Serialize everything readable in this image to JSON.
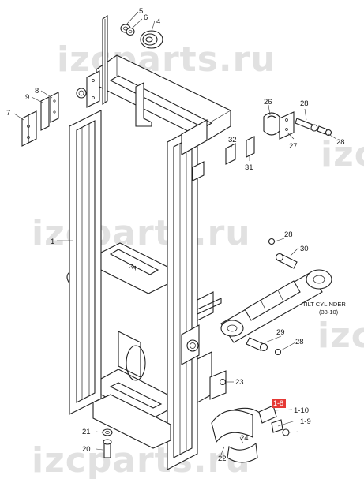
{
  "watermarks": [
    "izcparts.ru",
    "izcparts.ru",
    "izcparts.ru",
    "izc"
  ],
  "labels": {
    "p1": "1",
    "p4": "4",
    "p5": "5",
    "p6": "6",
    "p7": "7",
    "p8": "8",
    "p9": "9",
    "p20": "20",
    "p21": "21",
    "p22": "22",
    "p23": "23",
    "p24": "24",
    "p26": "26",
    "p27": "27",
    "p28a": "28",
    "p28b": "28",
    "p28c": "28",
    "p28d": "28",
    "p29": "29",
    "p30": "30",
    "p31": "31",
    "p32": "32",
    "p1_8": "1-8",
    "p1_9": "1-9",
    "p1_10": "1-10"
  },
  "tilt_cylinder": {
    "line1": "TILT CYLINDER",
    "line2": "(38-10)"
  },
  "colors": {
    "highlight": "#e53935",
    "line": "#222222",
    "watermark": "#c9c9c9"
  }
}
